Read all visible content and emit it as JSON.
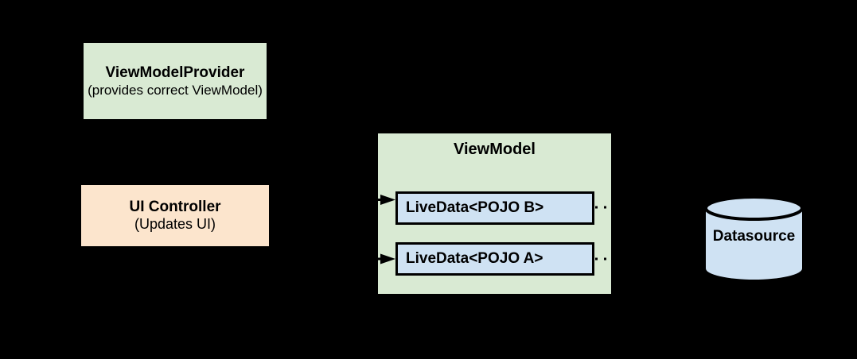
{
  "diagram": {
    "background": "#000000",
    "text_color": "#000000",
    "connector_color": "#000000",
    "boxes": {
      "view_model_provider": {
        "title": "ViewModelProvider",
        "subtitle": "(provides correct ViewModel)",
        "fill": "#d9ead3"
      },
      "ui_controller": {
        "title": "UI Controller",
        "subtitle": "(Updates UI)",
        "fill": "#fce5cd"
      },
      "view_model": {
        "title": "ViewModel",
        "fill": "#d9ead3",
        "livedata_fill": "#cfe2f3",
        "livedata": [
          {
            "label": "LiveData<POJO B>"
          },
          {
            "label": "LiveData<POJO A>"
          }
        ]
      },
      "datasource": {
        "label": "Datasource",
        "fill": "#cfe2f3"
      }
    }
  }
}
